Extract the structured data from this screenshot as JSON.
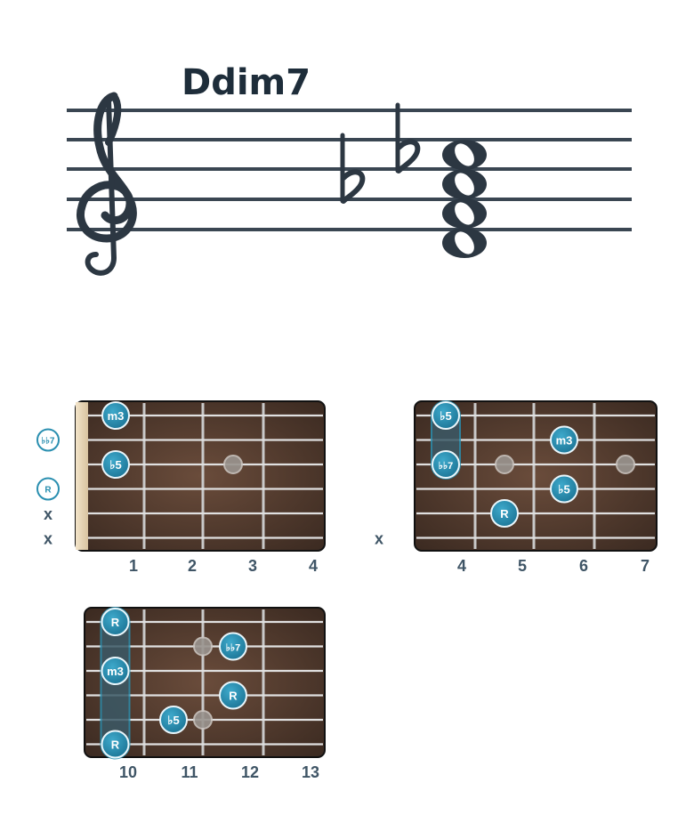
{
  "chord_name": "Ddim7",
  "diagrams": [
    {
      "fret_numbers": [
        "1",
        "2",
        "3",
        "4"
      ],
      "open_string_labels": [
        {
          "string": 2,
          "text": "♭♭7"
        },
        {
          "string": 4,
          "text": "R"
        }
      ],
      "muted_labels": [
        {
          "string": 5,
          "text": "x"
        },
        {
          "string": 6,
          "text": "x"
        }
      ],
      "notes": [
        {
          "string": 1,
          "fret": 1,
          "label": "m3"
        },
        {
          "string": 3,
          "fret": 1,
          "label": "♭5"
        }
      ],
      "ghost_notes": [
        {
          "string": 3,
          "fret": 3
        }
      ],
      "barres": []
    },
    {
      "fret_numbers": [
        "4",
        "5",
        "6",
        "7"
      ],
      "open_string_labels": [],
      "muted_labels": [
        {
          "string": 6,
          "text": "x"
        }
      ],
      "notes": [
        {
          "string": 1,
          "fret": 1,
          "label": "♭5"
        },
        {
          "string": 2,
          "fret": 3,
          "label": "m3"
        },
        {
          "string": 3,
          "fret": 1,
          "label": "♭♭7"
        },
        {
          "string": 4,
          "fret": 3,
          "label": "♭5"
        },
        {
          "string": 5,
          "fret": 2,
          "label": "R"
        }
      ],
      "ghost_notes": [
        {
          "string": 3,
          "fret": 2
        },
        {
          "string": 3,
          "fret": 4
        }
      ],
      "barres": [
        {
          "fret": 1,
          "from": 1,
          "to": 3
        }
      ]
    },
    {
      "fret_numbers": [
        "10",
        "11",
        "12",
        "13"
      ],
      "open_string_labels": [],
      "muted_labels": [],
      "notes": [
        {
          "string": 1,
          "fret": 1,
          "label": "R"
        },
        {
          "string": 2,
          "fret": 3,
          "label": "♭♭7"
        },
        {
          "string": 3,
          "fret": 1,
          "label": "m3"
        },
        {
          "string": 4,
          "fret": 3,
          "label": "R"
        },
        {
          "string": 5,
          "fret": 2,
          "label": "♭5"
        },
        {
          "string": 6,
          "fret": 1,
          "label": "R"
        }
      ],
      "ghost_notes": [
        {
          "string": 2,
          "fret": 2.5
        },
        {
          "string": 5,
          "fret": 2.5
        }
      ],
      "barres": [
        {
          "fret": 1,
          "from": 1,
          "to": 6
        }
      ]
    }
  ],
  "colors": {
    "note_fill": "#2a8fb0",
    "note_stroke": "#1b6f8a",
    "fretboard": "#4a3428",
    "string": "#d9d9d9",
    "text": "#3f5566",
    "staff": "#2c3742"
  }
}
